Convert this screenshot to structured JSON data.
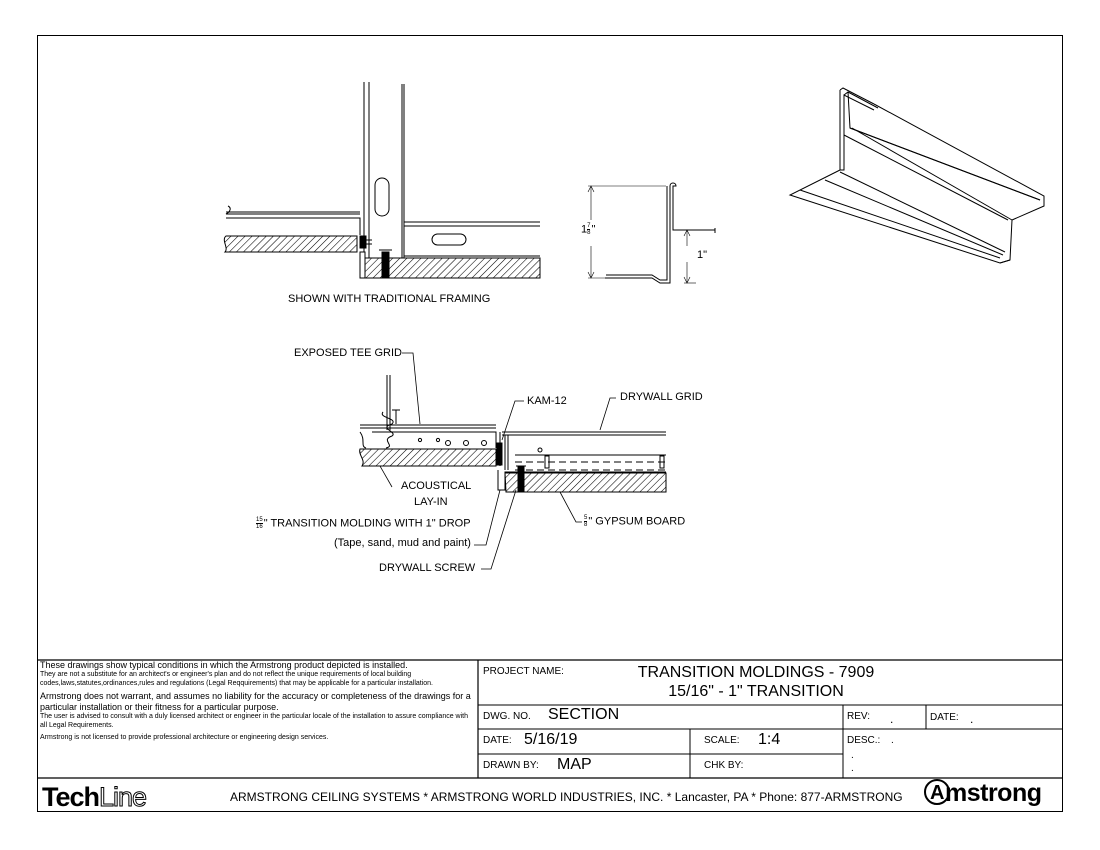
{
  "labels": {
    "traditional_framing": "SHOWN WITH TRADITIONAL FRAMING",
    "exposed_tee_grid": "EXPOSED TEE GRID",
    "kam12": "KAM-12",
    "drywall_grid": "DRYWALL GRID",
    "acoustical_1": "ACOUSTICAL",
    "acoustical_2": "LAY-IN",
    "transition_frac_num": "15",
    "transition_frac_den": "16",
    "transition_molding": "\" TRANSITION MOLDING WITH 1\" DROP",
    "transition_note": "(Tape, sand, mud and paint)",
    "drywall_screw": "DRYWALL SCREW",
    "gypsum_frac_num": "5",
    "gypsum_frac_den": "8",
    "gypsum_board": "\" GYPSUM BOARD",
    "dim_height_whole": "1",
    "dim_height_num": "7",
    "dim_height_den": "8",
    "dim_height_unit": "\"",
    "dim_drop": "1\""
  },
  "disclaimer": {
    "p1": "These drawings show typical conditions in which the Armstrong product depicted is installed.",
    "p2": "They are not a substitute for an architect's or engineer's plan and do not reflect the unique requirements of local building codes,laws,statutes,ordinances,rules and regulations (Legal Reqquirements) that may be applicable for a particular installation.",
    "p3": "Armstrong does not warrant, and assumes no liability for the accuracy or completeness of the drawings for a particular installation or their fitness for a particular purpose.",
    "p4": "The user is  advised to consult with a duly licensed architect or engineer in the particular locale of the installation to assure  compliance with all Legal Requirements.",
    "p5": "Armstrong is not licensed to provide professional architecture or engineering design services."
  },
  "title_block": {
    "project_name_label": "PROJECT NAME:",
    "project_name_line1": "TRANSITION MOLDINGS - 7909",
    "project_name_line2": "15/16\" - 1\" TRANSITION",
    "dwg_no_label": "DWG. NO.",
    "dwg_no": "SECTION",
    "rev_label": "REV:",
    "rev": ".",
    "date_label_right": "DATE:",
    "date_right": ".",
    "date_label": "DATE:",
    "date": "5/16/19",
    "scale_label": "SCALE:",
    "scale": "1:4",
    "desc_label": "DESC.:",
    "desc": ".",
    "desc2": ".",
    "desc3": ".",
    "drawn_by_label": "DRAWN BY:",
    "drawn_by": "MAP",
    "chk_by_label": "CHK BY:"
  },
  "footer": {
    "techline_tech": "Tech",
    "techline_line": "Line",
    "company": "ARMSTRONG CEILING SYSTEMS * ARMSTRONG WORLD INDUSTRIES, INC. * Lancaster, PA * Phone: 877-ARMSTRONG",
    "armstrong_a": "A",
    "armstrong_rest": "mstrong"
  }
}
